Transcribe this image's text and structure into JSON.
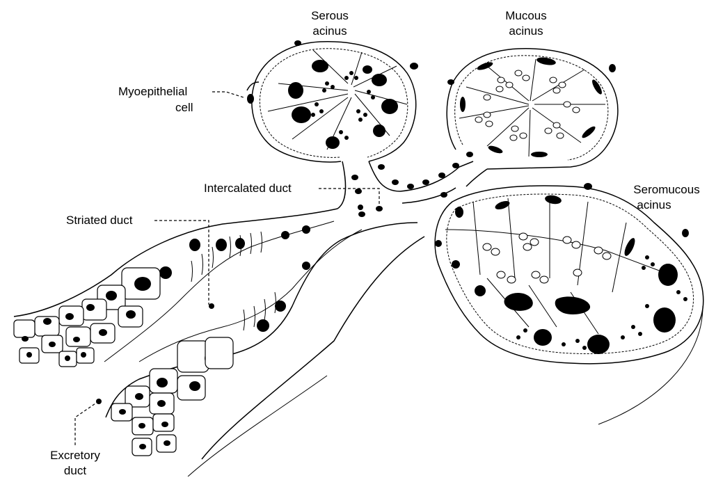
{
  "labels": {
    "serous_1": "Serous",
    "serous_2": "acinus",
    "mucous_1": "Mucous",
    "mucous_2": "acinus",
    "myo_1": "Myoepithelial",
    "myo_2": "cell",
    "intercalated": "Intercalated duct",
    "striated": "Striated duct",
    "seromucous_1": "Seromucous",
    "seromucous_2": "acinus",
    "excretory_1": "Excretory",
    "excretory_2": "duct"
  },
  "colors": {
    "ink": "#000000",
    "paper": "#ffffff"
  }
}
